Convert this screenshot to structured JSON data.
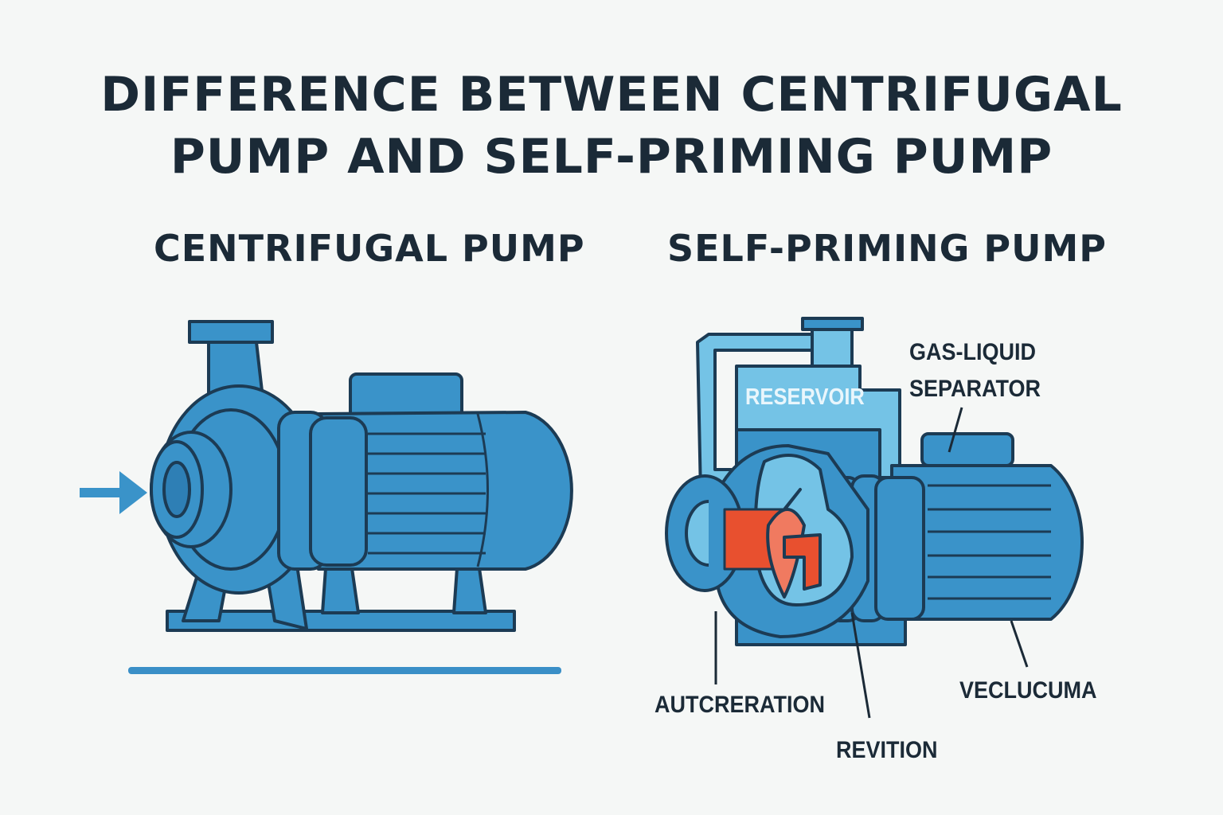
{
  "title": {
    "line1": "DIFFERENCE BETWEEN CENTRIFUGAL",
    "line2": "PUMP AND SELF-PRIMING PUMP"
  },
  "left": {
    "heading": "CENTRIFUGAL PUMP"
  },
  "right": {
    "heading": "SELF-PRIMING PUMP",
    "labels": {
      "reservoir": "RESERVOIR",
      "separator_line1": "GAS-LIQUID",
      "separator_line2": "SEPARATOR",
      "autcreration": "AUTCRERATION",
      "revition": "REVITION",
      "veclucuma": "VECLUCUMA"
    }
  },
  "colors": {
    "background": "#f5f7f6",
    "text": "#1b2a37",
    "pump_blue": "#3a93c9",
    "light_blue": "#74c3e6",
    "impeller_red": "#e8502f",
    "outline": "#1c3b54"
  }
}
